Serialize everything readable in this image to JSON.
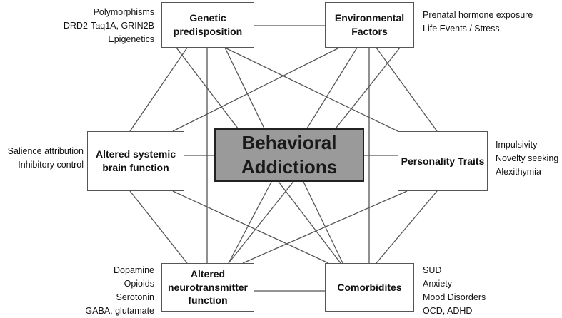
{
  "center": {
    "line1": "Behavioral",
    "line2": "Addictions"
  },
  "nodes": {
    "genetic": {
      "line1": "Genetic",
      "line2": "predisposition",
      "notes": [
        "Polymorphisms",
        "DRD2-Taq1A, GRIN2B",
        "Epigenetics"
      ]
    },
    "environmental": {
      "line1": "Environmental",
      "line2": "Factors",
      "notes": [
        "Prenatal hormone exposure",
        "Life Events / Stress"
      ]
    },
    "brain": {
      "line1": "Altered systemic",
      "line2": "brain function",
      "notes": [
        "Salience attribution",
        "Inhibitory control"
      ]
    },
    "personality": {
      "line1": "Personality Traits",
      "notes": [
        "Impulsivity",
        "Novelty seeking",
        "Alexithymia"
      ]
    },
    "neuro": {
      "line1": "Altered",
      "line2": "neurotransmitter",
      "line3": "function",
      "notes": [
        "Dopamine",
        "Opioids",
        "Serotonin",
        "GABA, glutamate"
      ]
    },
    "comorbid": {
      "line1": "Comorbidites",
      "notes": [
        "SUD",
        "Anxiety",
        "Mood Disorders",
        "OCD, ADHD"
      ]
    }
  },
  "colors": {
    "center_fill": "#9a9a9a",
    "box_border": "#555555",
    "connector": "#555555"
  }
}
